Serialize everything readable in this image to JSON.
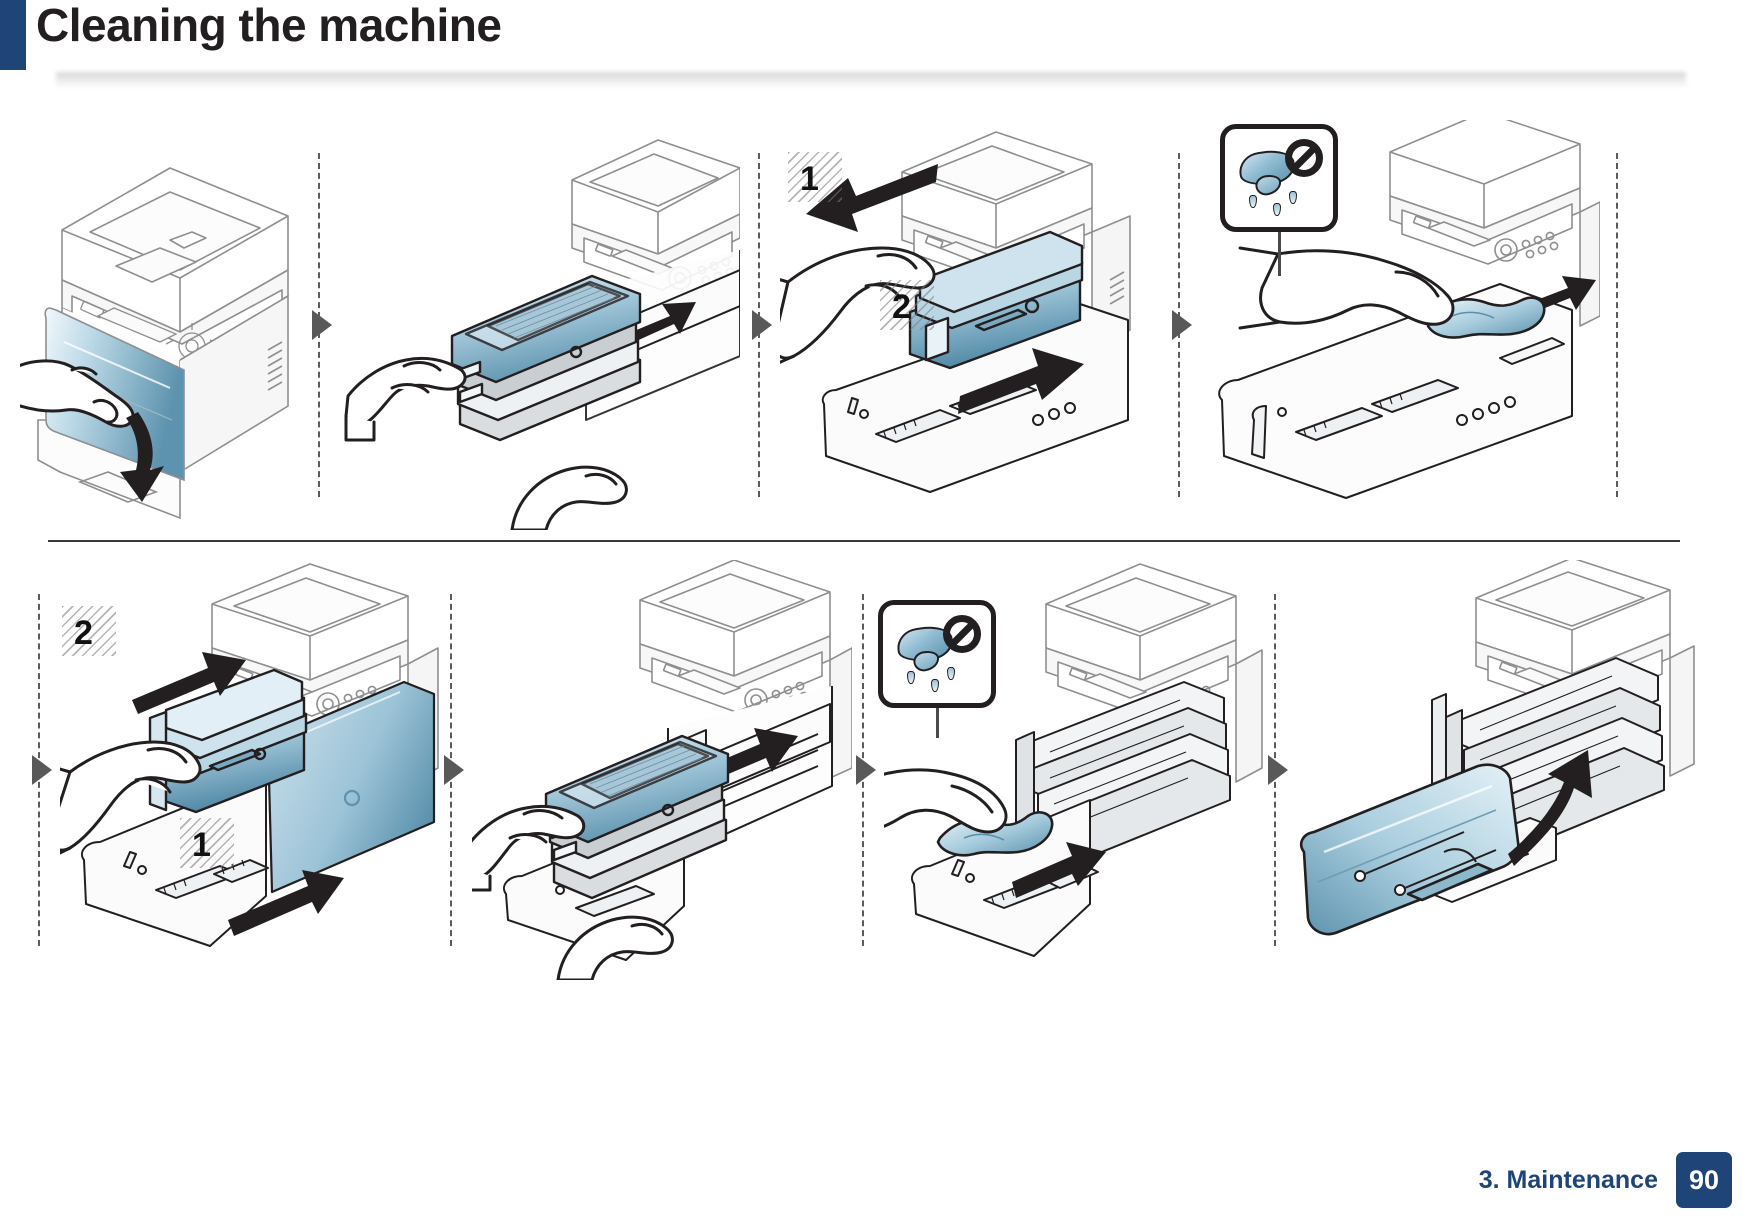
{
  "header": {
    "title": "Cleaning the machine",
    "accent_color": "#1f4477"
  },
  "footer": {
    "chapter": "3. Maintenance",
    "page_number": "90",
    "accent_color": "#1f4477"
  },
  "colors": {
    "accent": "#1f4477",
    "part_blue": "#6fa3bd",
    "part_blue_light": "#cfe3ee",
    "line": "#231f20",
    "separator": "#595959"
  },
  "procedure": {
    "rows": [
      {
        "row_name": "remove-and-clean",
        "panels": [
          {
            "id": "step-1",
            "name": "open-front-door",
            "description": "Open the front door of the printer by pulling it down with one hand",
            "callouts": [],
            "warning_icon": null
          },
          {
            "id": "step-2",
            "name": "pull-out-toner-cartridges",
            "description": "Pull the toner cartridge assembly straight out of the machine with both hands",
            "callouts": [],
            "warning_icon": null
          },
          {
            "id": "step-3",
            "name": "remove-waste-toner-container",
            "description": "Lift the waste toner container handle (1) and pull it out of the machine (2)",
            "callouts": [
              {
                "label": "1",
                "meaning": "lift-handle"
              },
              {
                "label": "2",
                "meaning": "pull-out"
              }
            ],
            "warning_icon": null
          },
          {
            "id": "step-4",
            "name": "wipe-interior-with-dry-cloth",
            "description": "Wipe the inside of the machine with a dry lint-free cloth",
            "callouts": [],
            "warning_icon": {
              "name": "no-wet-cloth-icon",
              "meaning": "Do not use a wet or damp cloth",
              "symbols": [
                "wet-cloth",
                "water-drops",
                "prohibition-sign"
              ]
            }
          }
        ]
      },
      {
        "row_name": "reinstall-and-close",
        "panels": [
          {
            "id": "step-5",
            "name": "reinsert-waste-toner-container",
            "description": "Slide the waste toner container back into the machine (1) and push it into place (2)",
            "callouts": [
              {
                "label": "2",
                "meaning": "push-in-upper"
              },
              {
                "label": "1",
                "meaning": "align-lower"
              }
            ],
            "warning_icon": null
          },
          {
            "id": "step-6",
            "name": "reinsert-toner-cartridges",
            "description": "Slide the toner cartridge assembly back into the machine until it clicks",
            "callouts": [],
            "warning_icon": null
          },
          {
            "id": "step-7",
            "name": "wipe-imaging-unit-area",
            "description": "Wipe the imaging unit area with a dry lint-free cloth",
            "callouts": [],
            "warning_icon": {
              "name": "no-wet-cloth-icon",
              "meaning": "Do not use a wet or damp cloth",
              "symbols": [
                "wet-cloth",
                "water-drops",
                "prohibition-sign"
              ]
            }
          },
          {
            "id": "step-8",
            "name": "close-front-door",
            "description": "Close the front door of the printer by lifting it upward",
            "callouts": [],
            "warning_icon": null
          }
        ]
      }
    ]
  }
}
